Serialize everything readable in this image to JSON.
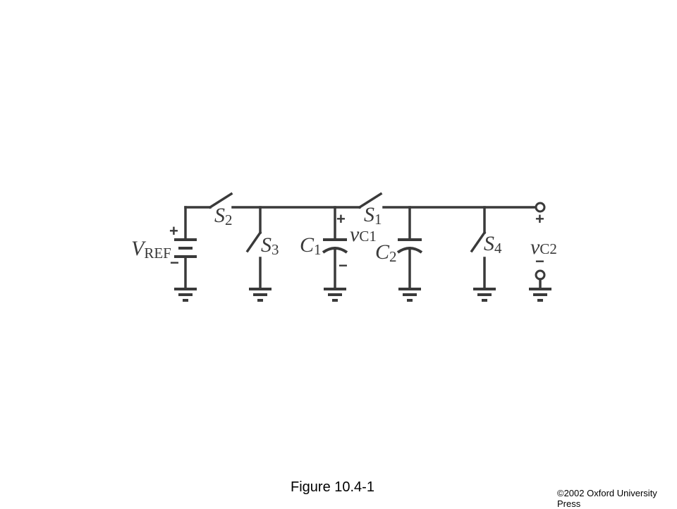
{
  "figure": {
    "caption": "Figure 10.4-1",
    "copyright": "©2002 Oxford University Press"
  },
  "labels": {
    "vref_main": "V",
    "vref_sub": "REF",
    "s1_main": "S",
    "s1_sub": "1",
    "s2_main": "S",
    "s2_sub": "2",
    "s3_main": "S",
    "s3_sub": "3",
    "s4_main": "S",
    "s4_sub": "4",
    "c1_main": "C",
    "c1_sub": "1",
    "c2_main": "C",
    "c2_sub": "2",
    "vc1_main": "v",
    "vc1_sub": "C1",
    "vc2_main": "v",
    "vc2_sub": "C2",
    "plus": "+",
    "minus": "−"
  }
}
